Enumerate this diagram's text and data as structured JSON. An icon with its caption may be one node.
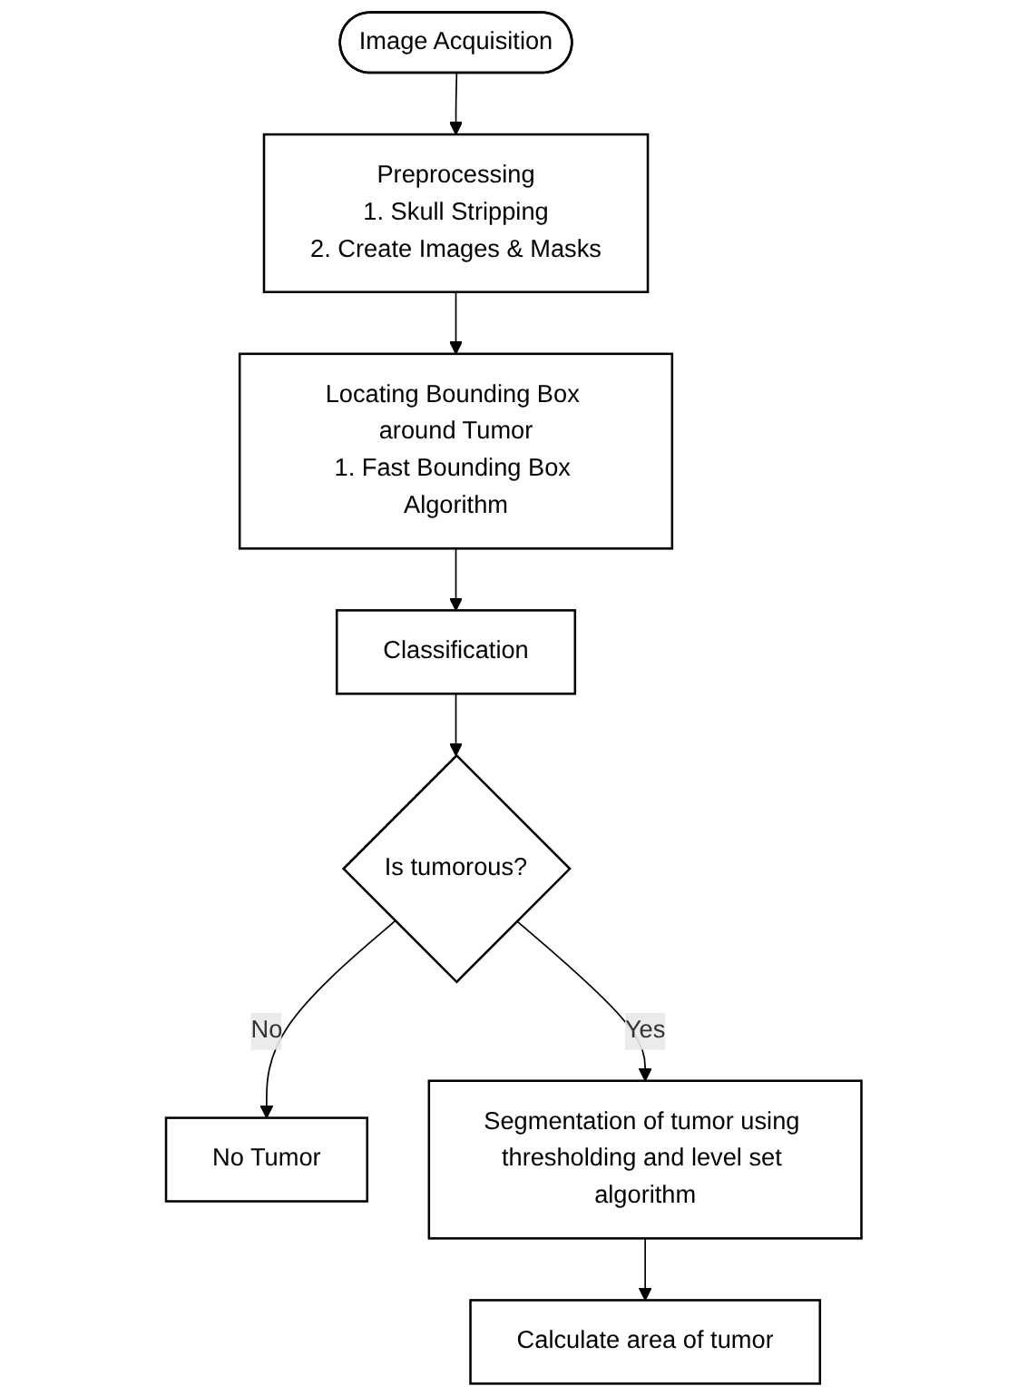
{
  "diagram": {
    "nodes": [
      {
        "text": [
          "Image Acquisition"
        ]
      },
      {
        "text": [
          "Preprocessing",
          "1. Skull Stripping",
          "2. Create Images & Masks"
        ]
      },
      {
        "text": [
          "Locating Bounding Box around Tumor",
          "1. Fast Bounding Box Algorithm"
        ]
      },
      {
        "text": [
          "Classification"
        ]
      },
      {
        "text": [
          "Is tumorous?"
        ]
      },
      {
        "text": [
          "No Tumor"
        ]
      },
      {
        "text": [
          "Segmentation of tumor using thresholding and level set algorithm"
        ]
      },
      {
        "text": [
          "Calculate area of tumor"
        ]
      }
    ],
    "edges": [
      {
        "from": 0,
        "to": 1,
        "arrow": "to"
      },
      {
        "from": 1,
        "to": 2,
        "arrow": "to"
      },
      {
        "from": 2,
        "to": 3,
        "arrow": "to"
      },
      {
        "from": 3,
        "to": 4,
        "arrow": "to"
      },
      {
        "from": 4,
        "to": 5,
        "arrow": "to",
        "label": "No"
      },
      {
        "from": 4,
        "to": 6,
        "arrow": "to",
        "label": "Yes"
      },
      {
        "from": 6,
        "to": 7,
        "arrow": "to"
      }
    ]
  }
}
